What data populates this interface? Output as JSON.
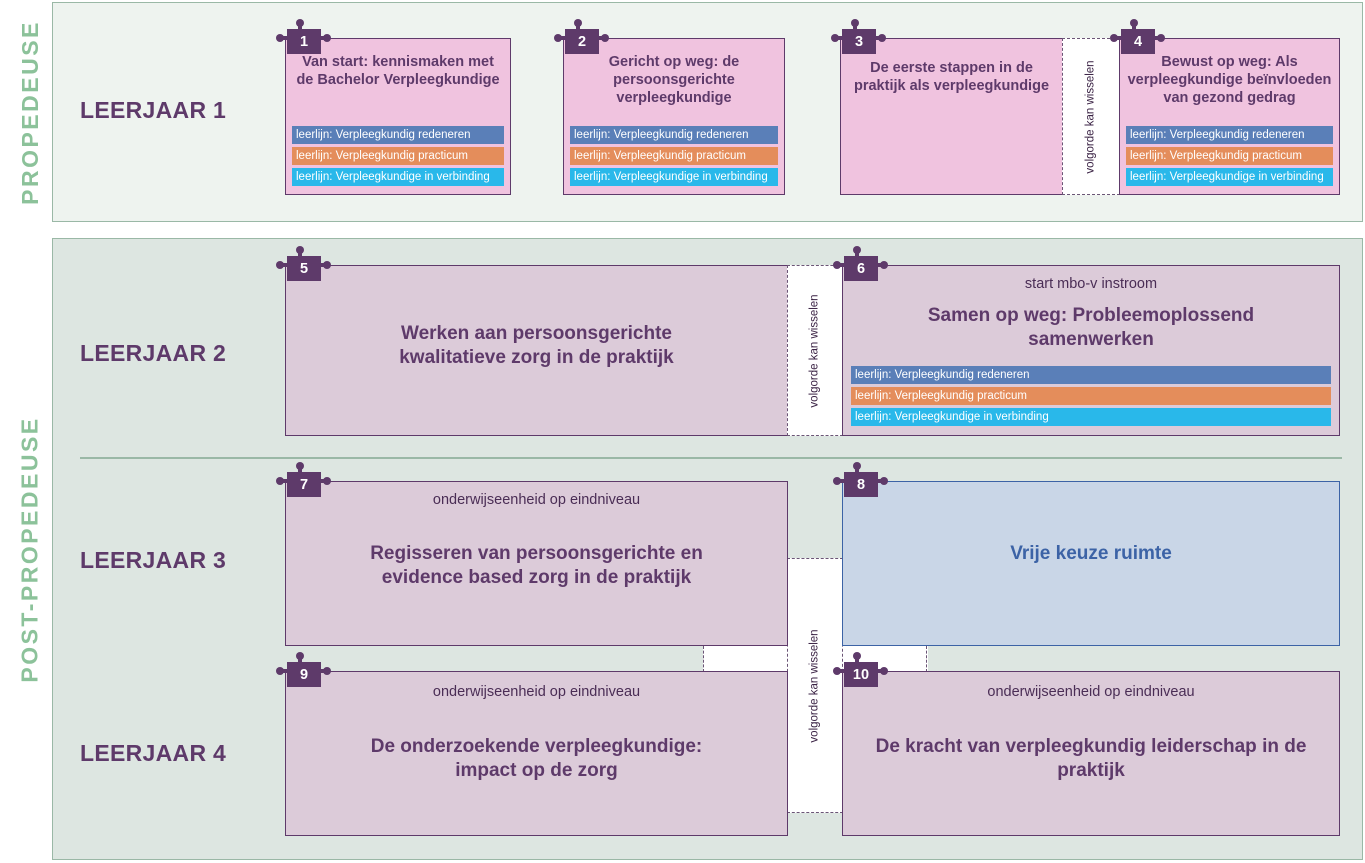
{
  "phases": {
    "propedeuse": "PROPEDEUSE",
    "post": "POST-PROPEDEUSE"
  },
  "years": [
    "LEERJAAR 1",
    "LEERJAAR 2",
    "LEERJAAR 3",
    "LEERJAAR 4"
  ],
  "lines": {
    "redeneren": "leerlijn: Verpleegkundig redeneren",
    "practicum": "leerlijn: Verpleegkundig practicum",
    "verbinding": "leerlijn: Verpleegkundige in verbinding"
  },
  "swap_label": "volgorde kan wisselen",
  "colors": {
    "purple": "#5e3a6a",
    "pink": "#f0c3df",
    "mauve": "#dccbd9",
    "blue": "#c9d6e7",
    "blue_text": "#3c63a6",
    "redeneren": "#5a7fb8",
    "practicum": "#e48d5b",
    "verbinding": "#29b8ea",
    "green": "#8cc29a"
  },
  "units": [
    {
      "num": "1",
      "title": "Van start: kennismaken met de Bachelor Verpleegkundige"
    },
    {
      "num": "2",
      "title": "Gericht op weg: de persoonsgerichte verpleegkundige"
    },
    {
      "num": "3",
      "title": "De eerste stappen in de praktijk als verpleegkundige"
    },
    {
      "num": "4",
      "title": "Bewust op weg: Als verpleegkundige beïnvloeden van gezond gedrag"
    },
    {
      "num": "5",
      "title": "Werken aan persoonsgerichte kwalitatieve zorg in de praktijk"
    },
    {
      "num": "6",
      "subtitle": "start mbo-v instroom",
      "title": "Samen op weg: Probleemoplossend samenwerken"
    },
    {
      "num": "7",
      "subtitle": "onderwijseenheid op eindniveau",
      "title": "Regisseren van persoonsgerichte en evidence based zorg in de praktijk"
    },
    {
      "num": "8",
      "title": "Vrije keuze ruimte"
    },
    {
      "num": "9",
      "subtitle": "onderwijseenheid op eindniveau",
      "title": "De onderzoekende verpleegkundige: impact op de zorg"
    },
    {
      "num": "10",
      "subtitle": "onderwijseenheid op eindniveau",
      "title": "De kracht van verpleegkundig leiderschap in de praktijk"
    }
  ]
}
